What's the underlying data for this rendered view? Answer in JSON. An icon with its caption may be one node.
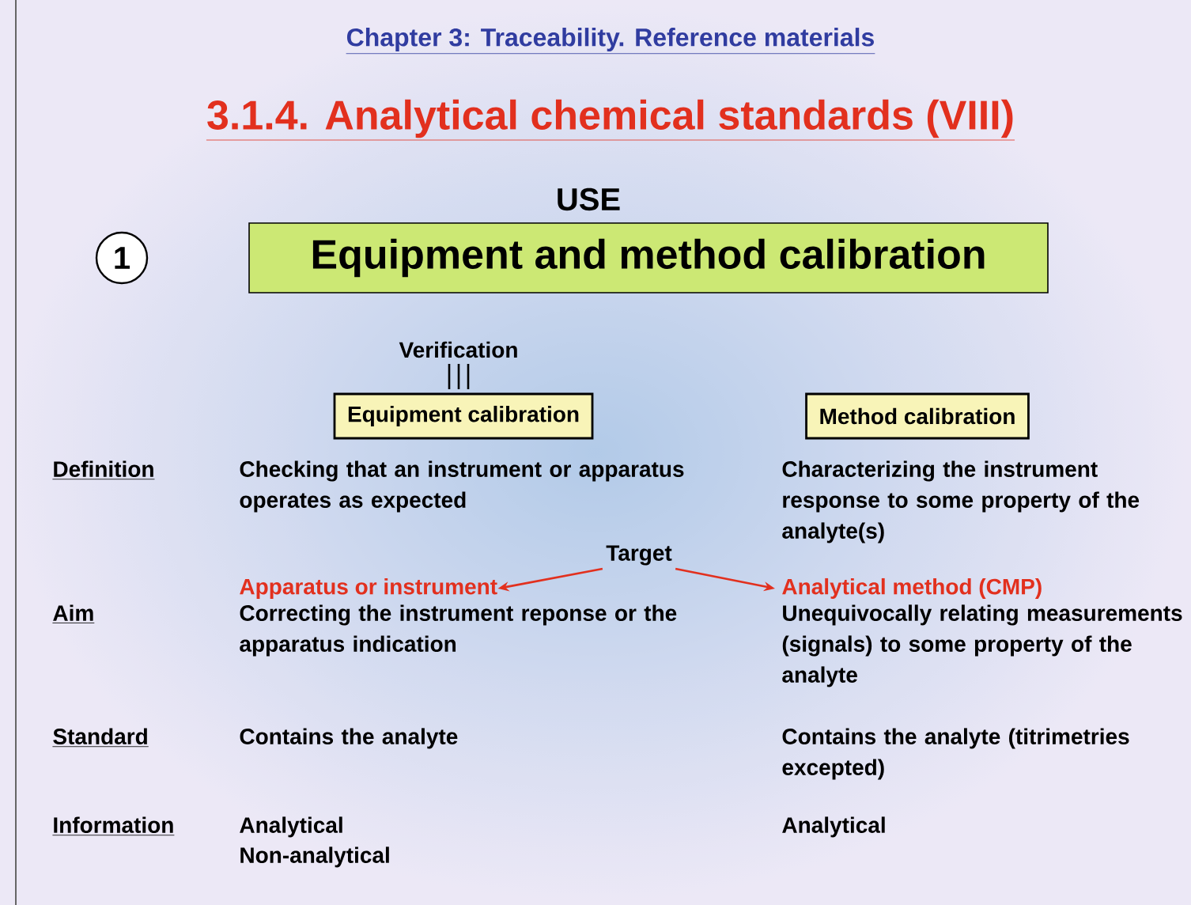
{
  "diagram": {
    "title": "3.1.4. Analytical chemical standards (VIII)",
    "nodes": [
      {
        "text": [
          "1"
        ]
      },
      {
        "text": [
          "Equipment and method calibration"
        ]
      },
      {
        "text": [
          "Equipment calibration"
        ]
      },
      {
        "text": [
          "Method calibration"
        ]
      },
      {
        "text": [
          "Target"
        ]
      },
      {
        "text": [
          "Apparatus or instrument"
        ]
      },
      {
        "text": [
          "Analytical method (CMP)"
        ]
      }
    ],
    "edges": [
      {
        "from": 4,
        "to": 5,
        "arrow": "to"
      },
      {
        "from": 4,
        "to": 6,
        "arrow": "to"
      }
    ],
    "labels": [
      "Chapter 3: Traceability. Reference materials",
      "USE",
      "Verification",
      "Definition",
      "Checking that an instrument or apparatus operates as expected",
      "Characterizing the instrument response to some property of the analyte(s)",
      "Aim",
      "Correcting the instrument reponse or the apparatus indication",
      "Unequivocally relating measurements (signals) to some property of the analyte",
      "Standard",
      "Contains the analyte",
      "Contains the analyte (titrimetries excepted)",
      "Information",
      "Analytical",
      "Non-analytical",
      "Analytical"
    ]
  }
}
